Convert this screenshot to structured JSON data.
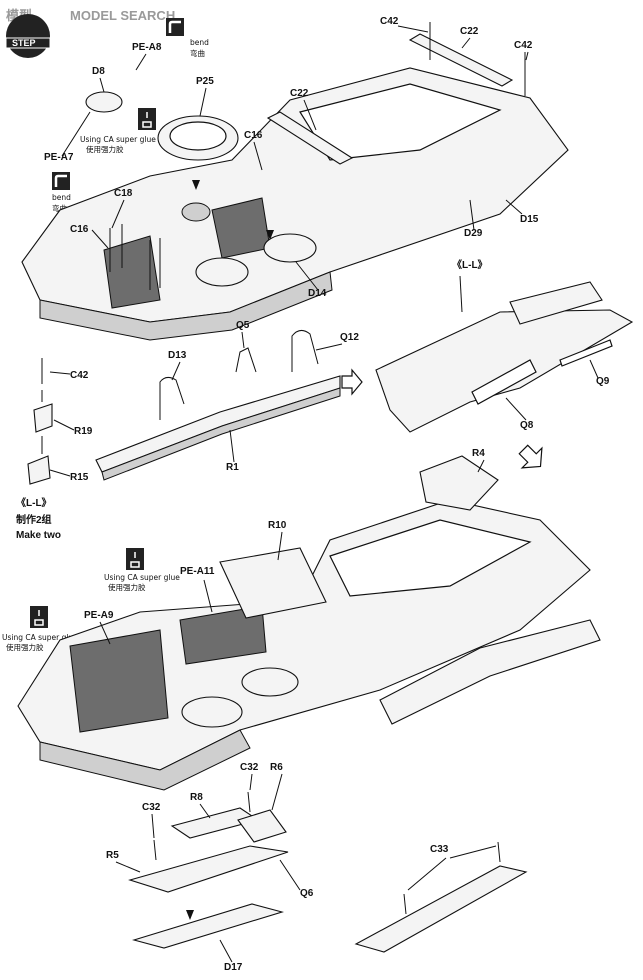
{
  "watermark": "MODEL SEARCH",
  "watermark_cn": "模型",
  "step_badge": "STEP",
  "bend": {
    "en": "bend",
    "cn": "弯曲"
  },
  "glue": {
    "en": "Using CA super glue",
    "cn": "使用强力胶"
  },
  "make_two": {
    "cn": "制作2组",
    "en": "Make two"
  },
  "subassembly": "《L-L》",
  "parts": {
    "pe_a8": "PE-A8",
    "pe_a7": "PE-A7",
    "pe_a9": "PE-A9",
    "pe_a11": "PE-A11",
    "d8": "D8",
    "p25": "P25",
    "c16": "C16",
    "c18": "C18",
    "c22": "C22",
    "c42": "C42",
    "c32": "C32",
    "c33": "C33",
    "d13": "D13",
    "d14": "D14",
    "d15": "D15",
    "d17": "D17",
    "d29": "D29",
    "q5": "Q5",
    "q6": "Q6",
    "q8": "Q8",
    "q9": "Q9",
    "q12": "Q12",
    "r1": "R1",
    "r4": "R4",
    "r5": "R5",
    "r6": "R6",
    "r8": "R8",
    "r10": "R10",
    "r15": "R15",
    "r19": "R19"
  },
  "colors": {
    "ink": "#111111",
    "grill": "#6d6d6d",
    "watermark": "#9a9a9a"
  }
}
